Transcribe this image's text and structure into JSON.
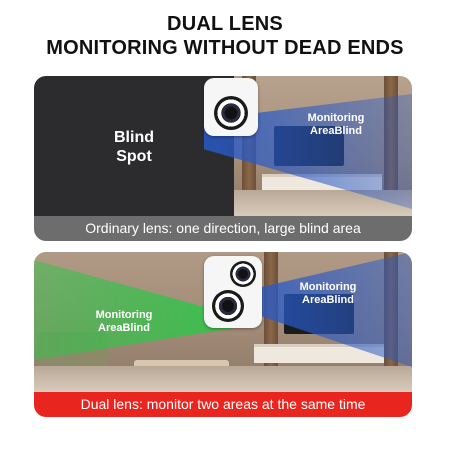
{
  "headline": {
    "line1": "DUAL LENS",
    "line2": "MONITORING WITHOUT DEAD ENDS"
  },
  "panel_top": {
    "blind_spot": {
      "line1": "Blind",
      "line2": "Spot"
    },
    "monitoring_area": {
      "line1": "Monitoring",
      "line2": "AreaBlind"
    },
    "caption": "Ordinary lens: one direction, large blind area"
  },
  "panel_bottom": {
    "left_area": {
      "line1": "Monitoring",
      "line2": "AreaBlind"
    },
    "right_area": {
      "line1": "Monitoring",
      "line2": "AreaBlind"
    },
    "caption": "Dual lens: monitor two areas at the same time"
  },
  "colors": {
    "blind_spot_bg": "#2c2c2e",
    "beam_blue": "#285ac8",
    "beam_green": "#28c846",
    "caption_gray": "#6d6d6d",
    "caption_red": "#e8261f"
  },
  "icons": [
    "single-lens-camera-icon",
    "dual-lens-camera-icon"
  ]
}
